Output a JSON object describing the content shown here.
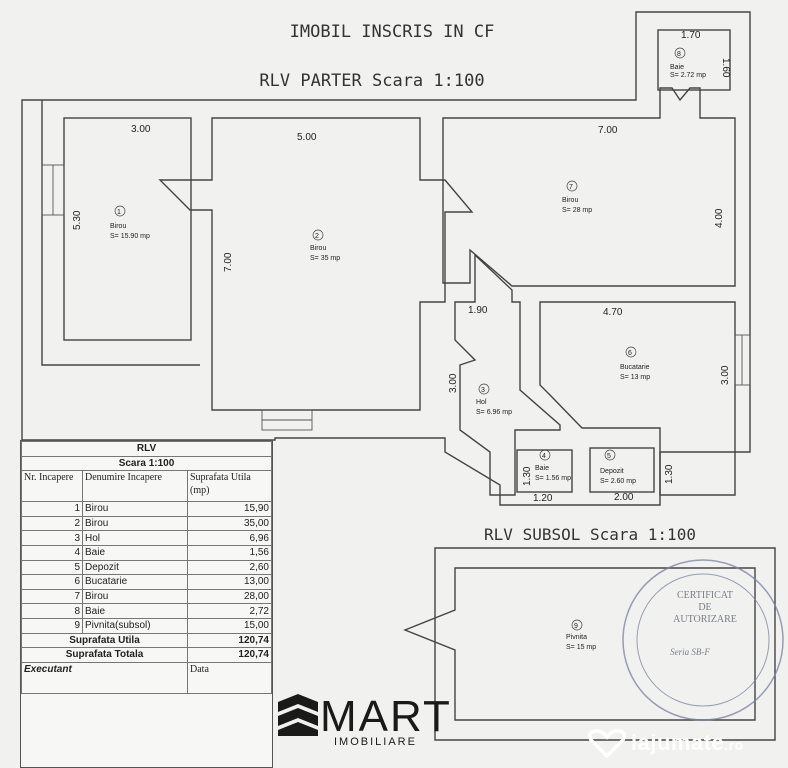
{
  "header": {
    "title": "IMOBIL INSCRIS IN CF",
    "parter_label": "RLV PARTER Scara 1:100",
    "subsol_label": "RLV SUBSOL Scara 1:100"
  },
  "dimensions": {
    "d1": "3.00",
    "d2": "5.00",
    "d3": "7.00",
    "d4": "1.70",
    "d5": "1.60",
    "d6": "5.30",
    "d7": "7.00",
    "d8": "4.00",
    "d9": "1.90",
    "d10": "4.70",
    "d11": "3.00",
    "d12": "3.00",
    "d13": "1.30",
    "d14": "1.20",
    "d15": "1.30",
    "d16": "2.00"
  },
  "rooms": [
    {
      "num": "1",
      "name": "Birou",
      "area": "S= 15.90 mp"
    },
    {
      "num": "2",
      "name": "Birou",
      "area": "S= 35 mp"
    },
    {
      "num": "3",
      "name": "Hol",
      "area": "S= 6.96 mp"
    },
    {
      "num": "4",
      "name": "Baie",
      "area": "S= 1.56 mp"
    },
    {
      "num": "5",
      "name": "Depozit",
      "area": "S= 2.60 mp"
    },
    {
      "num": "6",
      "name": "Bucatarie",
      "area": "S= 13 mp"
    },
    {
      "num": "7",
      "name": "Birou",
      "area": "S= 28 mp"
    },
    {
      "num": "8",
      "name": "Baie",
      "area": "S= 2.72 mp"
    },
    {
      "num": "9",
      "name": "Pivnita",
      "area": "S= 15 mp"
    }
  ],
  "legend": {
    "title": "RLV",
    "scale": "Scara 1:100",
    "col_nr": "Nr. Incapere",
    "col_name": "Denumire Incapere",
    "col_area": "Suprafata Utila (mp)",
    "rows": [
      {
        "nr": "1",
        "name": "Birou",
        "area": "15,90"
      },
      {
        "nr": "2",
        "name": "Birou",
        "area": "35,00"
      },
      {
        "nr": "3",
        "name": "Hol",
        "area": "6,96"
      },
      {
        "nr": "4",
        "name": "Baie",
        "area": "1,56"
      },
      {
        "nr": "5",
        "name": "Depozit",
        "area": "2,60"
      },
      {
        "nr": "6",
        "name": "Bucatarie",
        "area": "13,00"
      },
      {
        "nr": "7",
        "name": "Birou",
        "area": "28,00"
      },
      {
        "nr": "8",
        "name": "Baie",
        "area": "2,72"
      },
      {
        "nr": "9",
        "name": "Pivnita(subsol)",
        "area": "15,00"
      }
    ],
    "utila_label": "Suprafata Utila",
    "utila_value": "120,74",
    "totala_label": "Suprafata Totala",
    "totala_value": "120,74",
    "executant_label": "Executant",
    "data_label": "Data"
  },
  "stamp": {
    "line1": "CERTIFICAT",
    "line2": "DE",
    "line3": "AUTORIZARE",
    "line4": "Seria SB-F"
  },
  "logo": {
    "text": "MART",
    "sub": "IMOBILIARE"
  },
  "watermark": {
    "text": "lajumate",
    "tld": ".ro"
  },
  "colors": {
    "line": "#444444",
    "paper": "#f1f2f0",
    "stamp": "#7a7fa0"
  }
}
